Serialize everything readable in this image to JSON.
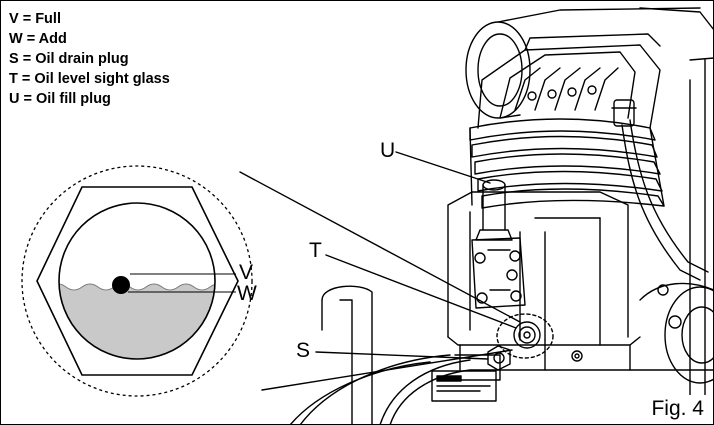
{
  "legend": {
    "items": [
      "V = Full",
      "W = Add",
      "S = Oil drain plug",
      "T = Oil level sight glass",
      "U = Oil fill plug"
    ]
  },
  "callouts": {
    "u": "U",
    "t": "T",
    "s": "S",
    "v": "V",
    "w": "W"
  },
  "figure_label": "Fig. 4",
  "colors": {
    "line": "#000000",
    "oil": "#c9c9c9",
    "background": "#ffffff"
  }
}
